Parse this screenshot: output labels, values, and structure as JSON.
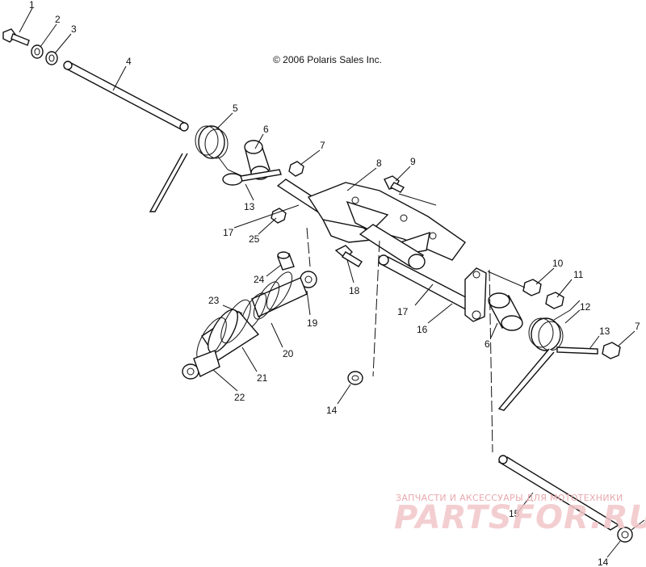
{
  "copyright": "© 2006 Polaris Sales Inc.",
  "watermark": {
    "tagline": "ЗАПЧАСТИ И АКСЕССУАРЫ ДЛЯ МОТОТЕХНИКИ",
    "logo": "PARTSFOR.RU",
    "color": "#e8a8ad"
  },
  "callouts": [
    {
      "id": "c1",
      "number": "1"
    },
    {
      "id": "c2",
      "number": "2"
    },
    {
      "id": "c3",
      "number": "3"
    },
    {
      "id": "c4",
      "number": "4"
    },
    {
      "id": "c5",
      "number": "5"
    },
    {
      "id": "c6a",
      "number": "6"
    },
    {
      "id": "c7a",
      "number": "7"
    },
    {
      "id": "c8",
      "number": "8"
    },
    {
      "id": "c9",
      "number": "9"
    },
    {
      "id": "c13a",
      "number": "13"
    },
    {
      "id": "c17a",
      "number": "17"
    },
    {
      "id": "c25",
      "number": "25"
    },
    {
      "id": "c24",
      "number": "24"
    },
    {
      "id": "c18",
      "number": "18"
    },
    {
      "id": "c19",
      "number": "19"
    },
    {
      "id": "c23",
      "number": "23"
    },
    {
      "id": "c20",
      "number": "20"
    },
    {
      "id": "c21",
      "number": "21"
    },
    {
      "id": "c22",
      "number": "22"
    },
    {
      "id": "c10",
      "number": "10"
    },
    {
      "id": "c11",
      "number": "11"
    },
    {
      "id": "c17b",
      "number": "17"
    },
    {
      "id": "c16",
      "number": "16"
    },
    {
      "id": "c6b",
      "number": "6"
    },
    {
      "id": "c12",
      "number": "12"
    },
    {
      "id": "c13b",
      "number": "13"
    },
    {
      "id": "c7b",
      "number": "7"
    },
    {
      "id": "c14a",
      "number": "14"
    },
    {
      "id": "c15",
      "number": "15"
    },
    {
      "id": "c14b",
      "number": "14"
    }
  ]
}
